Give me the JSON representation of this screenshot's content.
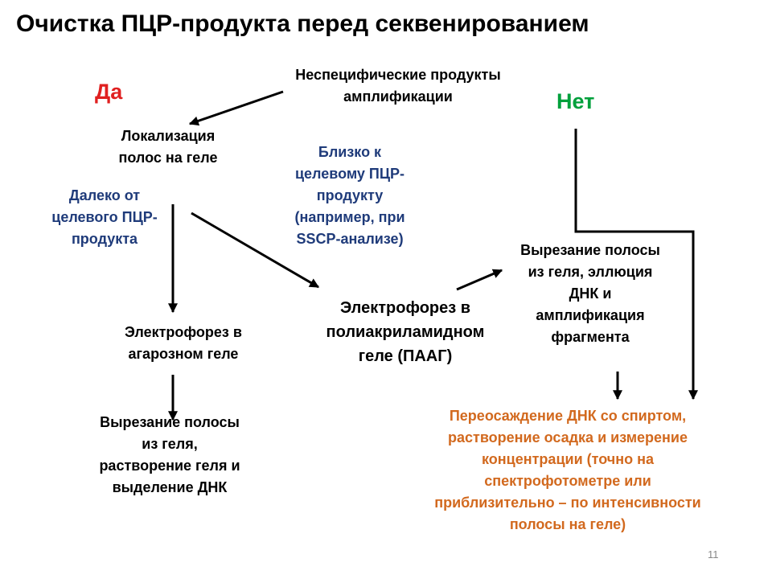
{
  "slide": {
    "title": "Очистка ПЦР-продукта перед секвенированием",
    "yes_label": "Да",
    "no_label": "Нет",
    "unspecific_products": "Неспецифические продукты\nамплификации",
    "gel_localization": "Локализация\nполос на геле",
    "close_to_target": "Близко к\nцелевому ПЦР-\nпродукту\n(например, при\nSSCP-анализе)",
    "far_from_target": "Далеко от\nцелевого ПЦР-\nпродукта",
    "paag_electrophoresis": "Электрофорез в\nполиакриламидном\nгеле (ПААГ)",
    "excise_elute_amplify": "Вырезание полосы\nиз геля, эллюция\nДНК и\nамплификация\nфрагмента",
    "agarose_electrophoresis": "Электрофорез в\nагарозном геле",
    "excise_dissolve_isolate": "Вырезание полосы\nиз геля,\nрастворение геля и\nвыделение ДНК",
    "reprecipitation": "Переосаждение ДНК со спиртом,\nрастворение осадка и измерение\nконцентрации (точно на\nспектрофотометре или\nприблизительно – по интенсивности\nполосы на геле)",
    "page_number": "11"
  },
  "colors": {
    "yes": "#e02020",
    "no": "#00a03c",
    "condition_text": "#1f3b7a",
    "final_step": "#d2691e"
  }
}
